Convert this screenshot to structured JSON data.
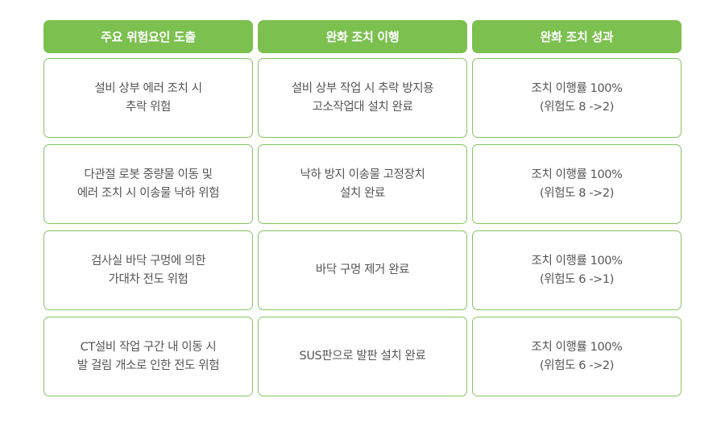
{
  "colors": {
    "accent": "#7cc050",
    "border": "#86c560",
    "text": "#555555"
  },
  "headers": [
    "주요 위험요인 도출",
    "완화 조치 이행",
    "완화 조치 성과"
  ],
  "rows": [
    {
      "hazard": [
        "설비 상부 에러 조치 시",
        "추락 위험"
      ],
      "action": [
        "설비 상부 작업 시 추락 방지용",
        "고소작업대 설치 완료"
      ],
      "result": [
        "조치 이행률 100%",
        "(위험도 8 ->2)"
      ]
    },
    {
      "hazard": [
        "다관절 로봇 중량물 이동 및",
        "에러 조치 시 이송물 낙하 위험"
      ],
      "action": [
        "낙하 방지 이송물 고정장치",
        "설치 완료"
      ],
      "result": [
        "조치 이행률 100%",
        "(위험도 8 ->2)"
      ]
    },
    {
      "hazard": [
        "검사실 바닥 구멍에 의한",
        "가대차 전도 위험"
      ],
      "action": [
        "바닥 구멍 제거 완료"
      ],
      "result": [
        "조치 이행률 100%",
        "(위험도 6 ->1)"
      ]
    },
    {
      "hazard": [
        "CT설비 작업 구간 내 이동 시",
        "발 걸림 개소로 인한 전도 위험"
      ],
      "action": [
        "SUS판으로 발판 설치 완료"
      ],
      "result": [
        "조치 이행률 100%",
        "(위험도 6 ->2)"
      ]
    }
  ]
}
